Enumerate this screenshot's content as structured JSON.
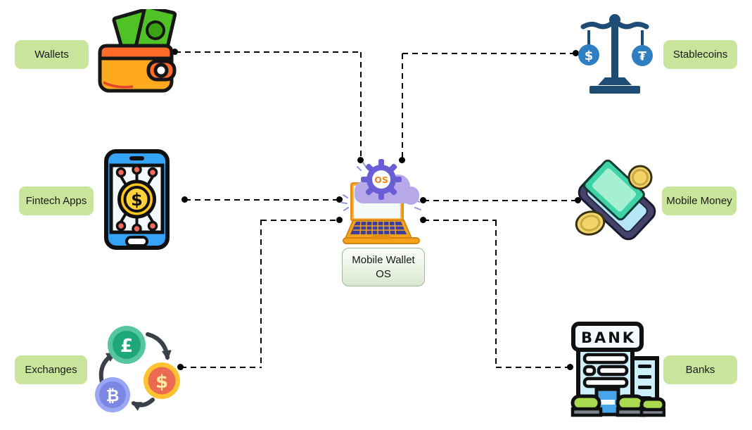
{
  "diagram_title": "Mobile Wallet OS ecosystem diagram",
  "center": {
    "label_line1": "Mobile Wallet",
    "label_line2": "OS",
    "icon": "laptop-cloud-gear-icon",
    "gear_badge_text": "OS",
    "box_colors": {
      "bg_top": "#fbfdfa",
      "bg_bottom": "#d7e8cd",
      "border": "#9db99b"
    }
  },
  "nodes": {
    "wallets": {
      "label": "Wallets",
      "icon": "wallet-cash-icon",
      "position": "top-left"
    },
    "stablecoins": {
      "label": "Stablecoins",
      "icon": "balance-scale-coins-icon",
      "position": "top-right",
      "coin_symbols": {
        "left": "$",
        "right": "₮"
      }
    },
    "fintech_apps": {
      "label": "Fintech Apps",
      "icon": "phone-network-coin-icon",
      "position": "middle-left",
      "coin_symbol": "$"
    },
    "mobile_money": {
      "label": "Mobile Money",
      "icon": "phone-banknote-coins-icon",
      "position": "middle-right"
    },
    "exchanges": {
      "label": "Exchanges",
      "icon": "currency-exchange-cycle-icon",
      "position": "bottom-left",
      "coin_symbols": {
        "top": "£",
        "right": "$",
        "left": "₿"
      }
    },
    "banks": {
      "label": "Banks",
      "icon": "bank-building-icon",
      "position": "bottom-right",
      "sign_text": "BANK"
    }
  },
  "styles": {
    "label_bg": "#c9e59c",
    "label_text": "#1a1a1a",
    "connector_color": "#000000",
    "connector_style": "dashed"
  }
}
